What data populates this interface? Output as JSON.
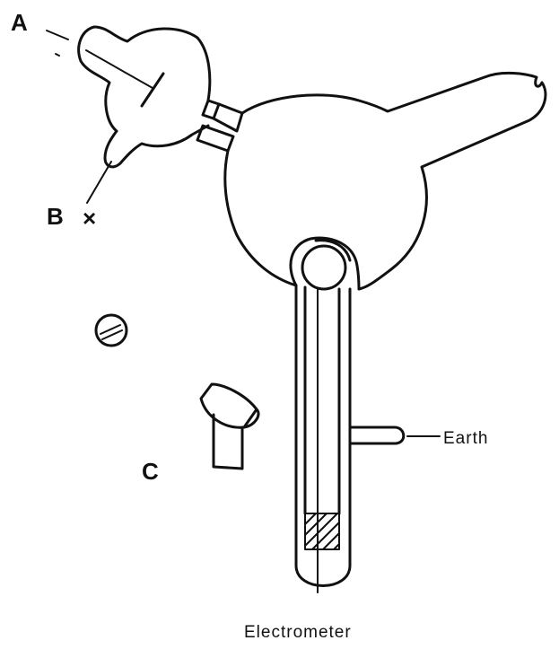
{
  "labels": {
    "a": "A",
    "b": "B",
    "b_mark": "×",
    "c": "C",
    "earth": "Earth",
    "electrometer": "Electrometer"
  },
  "colors": {
    "ink": "#111111",
    "background": "#ffffff"
  }
}
